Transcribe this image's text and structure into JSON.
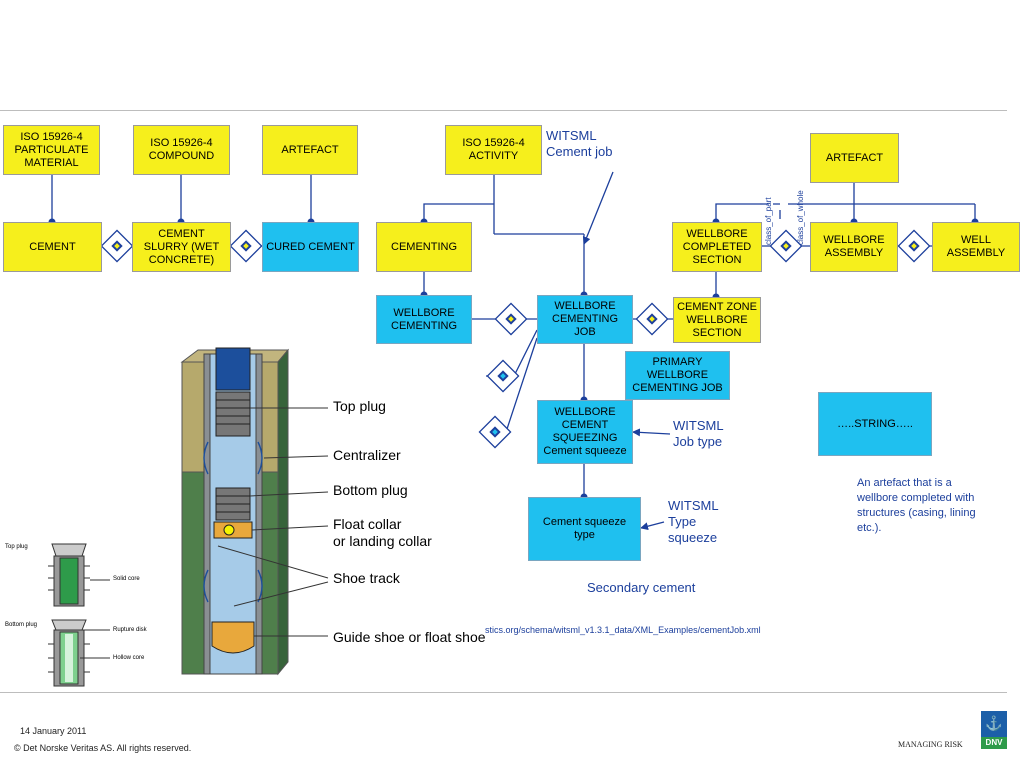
{
  "boxes": {
    "iso_particulate": "ISO 15926-4\nPARTICULATE\nMATERIAL",
    "iso_compound": "ISO 15926-4\nCOMPOUND",
    "artefact_left": "ARTEFACT",
    "iso_activity": "ISO 15926-4\nACTIVITY",
    "artefact_right": "ARTEFACT",
    "cement": "CEMENT",
    "cement_slurry": "CEMENT\nSLURRY (WET\nCONCRETE)",
    "cured_cement": "CURED CEMENT",
    "cementing": "CEMENTING",
    "wellbore_completed_section": "WELLBORE\nCOMPLETED\nSECTION",
    "wellbore_assembly": "WELLBORE\nASSEMBLY",
    "well_assembly": "WELL\nASSEMBLY",
    "wellbore_cementing": "WELLBORE\nCEMENTING",
    "wellbore_cementing_job": "WELLBORE\nCEMENTING\nJOB",
    "cement_zone": "CEMENT ZONE\nWELLBORE\nSECTION",
    "primary_job": "PRIMARY\nWELLBORE\nCEMENTING JOB",
    "cement_squeezing": "WELLBORE\nCEMENT\nSQUEEZING\nCement squeeze",
    "squeeze_type": "Cement squeeze\ntype",
    "string": "…..STRING….."
  },
  "notes": {
    "witsml_cement_job": "WITSML\nCement job",
    "witsml_job_type": "WITSML\nJob type",
    "witsml_type_squeeze": "WITSML\nType\nsqueeze",
    "secondary_cement": "Secondary cement",
    "url": "stics.org/schema/witsml_v1.3.1_data/XML_Examples/cementJob.xml",
    "artefact_description": "An artefact that is a\nwellbore completed with\nstructures (casing, lining\netc.)."
  },
  "relations": {
    "class_of_part": "class_of_part",
    "class_of_whole": "class_of_whole"
  },
  "illustration": {
    "labels": [
      "Top plug",
      "Centralizer",
      "Bottom plug",
      "Float collar",
      "or landing collar",
      "Shoe track",
      "Guide shoe or float shoe"
    ],
    "small_labels": {
      "top_plug": "Top plug",
      "solid_core": "Solid core",
      "bottom_plug": "Bottom plug",
      "rupture_disk": "Rupture disk",
      "hollow_core": "Hollow core"
    }
  },
  "footer": {
    "date": "14 January 2011",
    "copyright": "© Det Norske Veritas AS. All rights reserved.",
    "managing_risk": "MANAGING RISK",
    "brand": "DNV"
  },
  "colors": {
    "yellow_box": "#f6ef1c",
    "cyan_box": "#1fc0ef",
    "connector": "#1c3f9c",
    "note_text": "#1c3f9c"
  }
}
